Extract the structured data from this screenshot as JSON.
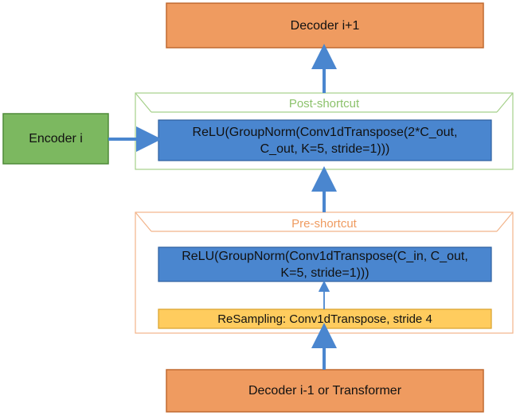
{
  "decoder_next": {
    "label": "Decoder i+1"
  },
  "encoder": {
    "label": "Encoder i"
  },
  "post_shortcut": {
    "title": "Post-shortcut",
    "block_line1": "ReLU(GroupNorm(Conv1dTranspose(2*C_out,",
    "block_line2": "C_out, K=5, stride=1)))"
  },
  "pre_shortcut": {
    "title": "Pre-shortcut",
    "block_line1": "ReLU(GroupNorm(Conv1dTranspose(C_in, C_out,",
    "block_line2": "K=5, stride=1)))",
    "resampling": "ReSampling: Conv1dTranspose, stride 4"
  },
  "decoder_prev": {
    "label": "Decoder i-1 or Transformer"
  },
  "colors": {
    "decoder_fill": "#ef9b60",
    "decoder_border": "#c06a30",
    "encoder_fill": "#7cb860",
    "encoder_border": "#4f8a38",
    "conv_fill": "#4a86cf",
    "conv_border": "#2d5f9e",
    "resampling_fill": "#ffcc5e",
    "resampling_border": "#d9a22b",
    "post_group_border": "#a5d08a",
    "post_title": "#8cc26c",
    "pre_group_border": "#f2b48a",
    "pre_title": "#ef9b60",
    "arrow": "#4a86cf"
  }
}
